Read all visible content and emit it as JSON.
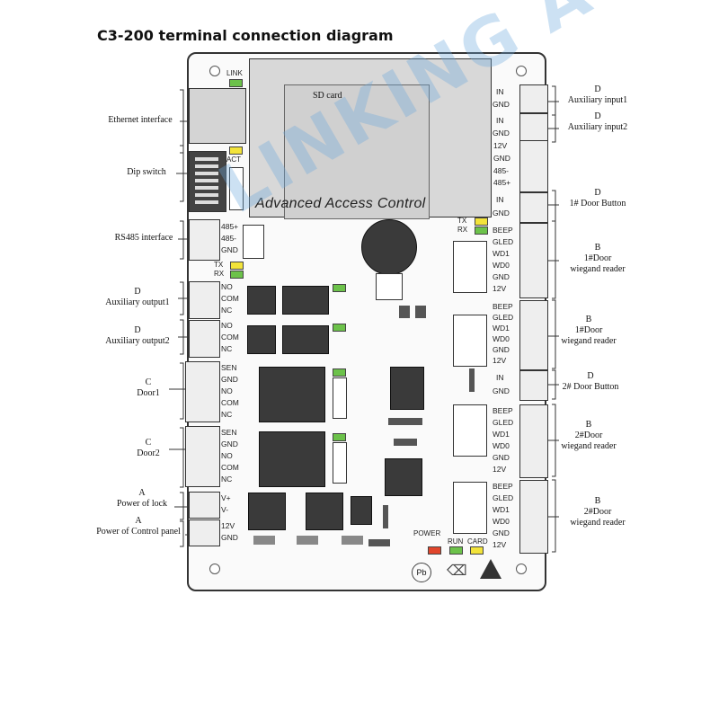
{
  "title": "C3-200 terminal connection diagram",
  "board": {
    "sd_card": "SD card",
    "product_name": "Advanced Access Control",
    "leds": {
      "link": "LINK",
      "act": "ACT",
      "tx_top": "TX",
      "rx_top": "RX",
      "tx_left": "TX",
      "rx_left": "RX",
      "power": "POWER",
      "run": "RUN",
      "card": "CARD"
    },
    "left_terminals": {
      "rs485": [
        "485+",
        "485-",
        "GND"
      ],
      "aux_out1": [
        "NO",
        "COM",
        "NC"
      ],
      "aux_out2": [
        "NO",
        "COM",
        "NC"
      ],
      "door1": [
        "SEN",
        "GND",
        "NO",
        "COM",
        "NC"
      ],
      "door2": [
        "SEN",
        "GND",
        "NO",
        "COM",
        "NC"
      ],
      "lock_power": [
        "V+",
        "V-"
      ],
      "panel_power": [
        "12V",
        "GND"
      ]
    },
    "right_terminals": {
      "aux_in1": [
        "IN",
        "GND"
      ],
      "aux_in2": [
        "IN",
        "GND"
      ],
      "ext": [
        "12V",
        "GND",
        "485-",
        "485+"
      ],
      "button1": [
        "IN",
        "GND"
      ],
      "reader1": [
        "BEEP",
        "GLED",
        "WD1",
        "WD0",
        "GND",
        "12V"
      ],
      "reader2": [
        "BEEP",
        "GLED",
        "WD1",
        "WD0",
        "GND",
        "12V"
      ],
      "button2": [
        "IN",
        "GND"
      ],
      "reader3": [
        "BEEP",
        "GLED",
        "WD1",
        "WD0",
        "GND",
        "12V"
      ],
      "reader4": [
        "BEEP",
        "GLED",
        "WD1",
        "WD0",
        "GND",
        "12V"
      ]
    }
  },
  "callouts_left": {
    "ethernet": "Ethernet interface",
    "dip": "Dip switch",
    "rs485": "RS485  interface",
    "aux_out1_letter": "D",
    "aux_out1": "Auxiliary output1",
    "aux_out2_letter": "D",
    "aux_out2": "Auxiliary output2",
    "door1_letter": "C",
    "door1": "Door1",
    "door2_letter": "C",
    "door2": "Door2",
    "lock_letter": "A",
    "lock": "Power of lock",
    "panel_letter": "A",
    "panel": "Power of Control panel"
  },
  "callouts_right": {
    "aux_in1_letter": "D",
    "aux_in1": "Auxiliary input1",
    "aux_in2_letter": "D",
    "aux_in2": "Auxiliary input2",
    "button1_letter": "D",
    "button1": "1# Door Button",
    "reader1_letter": "B",
    "reader1_a": "1#Door",
    "reader1_b": "wiegand reader",
    "reader2_letter": "B",
    "reader2_a": "1#Door",
    "reader2_b": "wiegand reader",
    "button2_letter": "D",
    "button2": "2# Door Button",
    "reader3_letter": "B",
    "reader3_a": "2#Door",
    "reader3_b": "wiegand reader",
    "reader4_letter": "B",
    "reader4_a": "2#Door",
    "reader4_b": "wiegand reader"
  },
  "watermark": "LINKING ACOR",
  "colors": {
    "led_green": "#6cc24a",
    "led_yellow": "#f2e33a",
    "led_red": "#e0452b",
    "watermark": "#6eaadc"
  }
}
